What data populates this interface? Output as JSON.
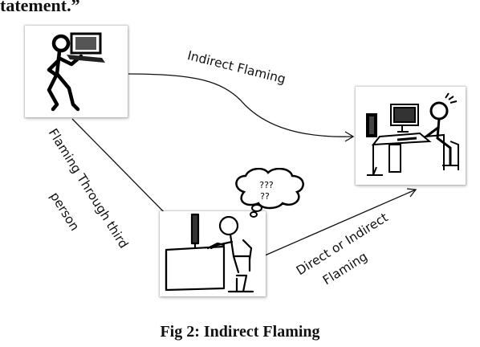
{
  "top_fragment": "tatement.”",
  "labels": {
    "indirect": "Indirect Flaming",
    "through_line1": "Flaming Through third",
    "through_line2": "person",
    "direct_line1": "Direct or Indirect",
    "direct_line2": "Flaming"
  },
  "thought_bubble": {
    "line1": "???",
    "line2": "??"
  },
  "caption": "Fig 2: Indirect Flaming"
}
